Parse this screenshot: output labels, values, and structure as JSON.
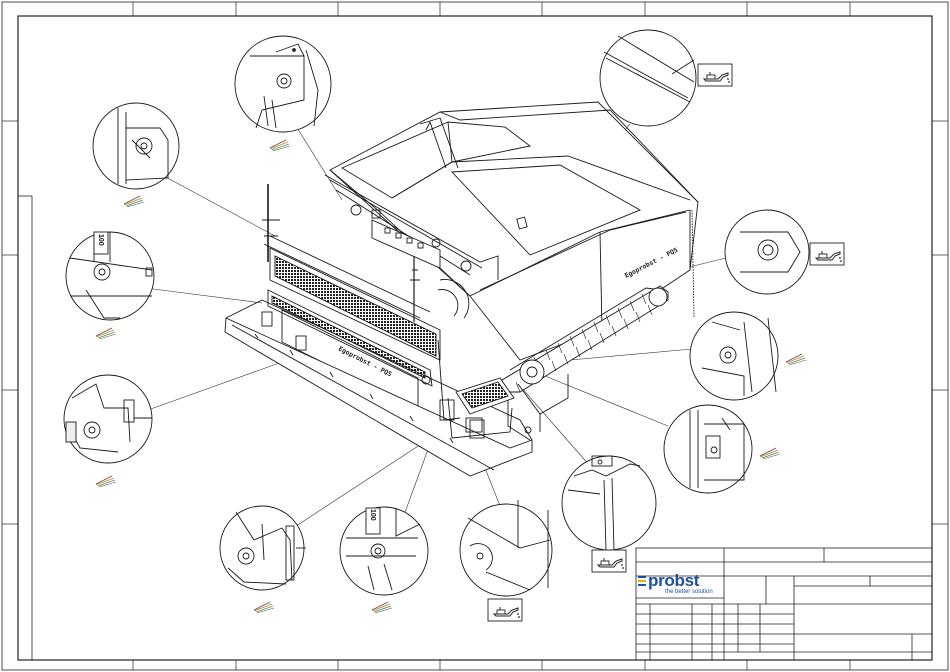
{
  "title_block": {
    "logo_name": "probst",
    "logo_slogan": "the better solution"
  },
  "machine": {
    "brand_marking_front": "Egoprobst - PQ5",
    "brand_marking_side": "Egoprobst - PQ5"
  },
  "detail_callouts": [
    {
      "id": "detail-top-center",
      "label_visible": false
    },
    {
      "id": "detail-top-left",
      "label_visible": false
    },
    {
      "id": "detail-left-middle",
      "label": "100"
    },
    {
      "id": "detail-left-lower",
      "label_visible": false
    },
    {
      "id": "detail-bottom-left",
      "label_visible": false
    },
    {
      "id": "detail-bottom-center",
      "label": "100"
    },
    {
      "id": "detail-bottom-right",
      "label_visible": false
    },
    {
      "id": "detail-right-lower-1",
      "label_visible": false
    },
    {
      "id": "detail-right-lower-2",
      "label_visible": false
    },
    {
      "id": "detail-right-middle",
      "label_visible": false
    },
    {
      "id": "detail-right-upper",
      "label_visible": false
    },
    {
      "id": "detail-top-right",
      "label_visible": false
    }
  ],
  "lubrication_symbols": [
    {
      "id": "oil-can-top-right",
      "icon": "oil-can-icon"
    },
    {
      "id": "oil-can-right",
      "icon": "oil-can-icon"
    },
    {
      "id": "oil-can-bottom-right",
      "icon": "oil-can-icon"
    },
    {
      "id": "oil-can-bottom-center",
      "icon": "oil-can-icon"
    }
  ],
  "grease_symbols": [
    {
      "id": "grease-top-left",
      "icon": "grease-brush-icon"
    },
    {
      "id": "grease-left",
      "icon": "grease-brush-icon"
    },
    {
      "id": "grease-left-middle",
      "icon": "grease-brush-icon"
    },
    {
      "id": "grease-left-lower",
      "icon": "grease-brush-icon"
    },
    {
      "id": "grease-bottom-left",
      "icon": "grease-brush-icon"
    },
    {
      "id": "grease-bottom-center",
      "icon": "grease-brush-icon"
    },
    {
      "id": "grease-right-middle",
      "icon": "grease-brush-icon"
    },
    {
      "id": "grease-right-lower",
      "icon": "grease-brush-icon"
    }
  ],
  "colors": {
    "line": "#1a1a1a",
    "brand_blue": "#1e4f9c",
    "brand_yellow": "#e8b400",
    "grease_orange": "#d97a2b",
    "grease_green": "#4a9a5a"
  }
}
